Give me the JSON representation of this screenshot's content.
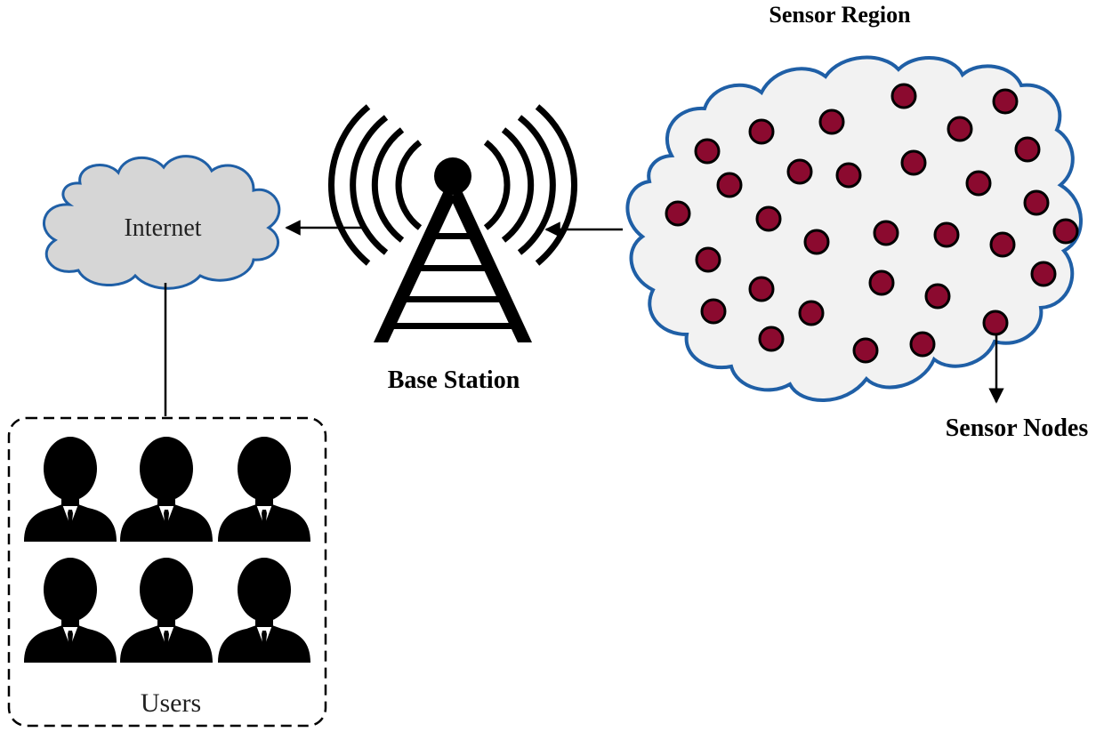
{
  "labels": {
    "internet": "Internet",
    "base_station": "Base Station",
    "sensor_region": "Sensor Region",
    "sensor_nodes": "Sensor Nodes",
    "users": "Users"
  },
  "colors": {
    "sensor_node_fill": "#8b0a2f",
    "cloud_outline": "#1f5fa6",
    "internet_fill": "#d6d6d6",
    "sensor_cloud_fill": "#f2f2f2",
    "ink": "#000000"
  },
  "icons": {
    "tower": "radio-tower-icon",
    "user": "businessman-icon"
  },
  "counts": {
    "sensor_nodes": 32,
    "users": 6
  }
}
